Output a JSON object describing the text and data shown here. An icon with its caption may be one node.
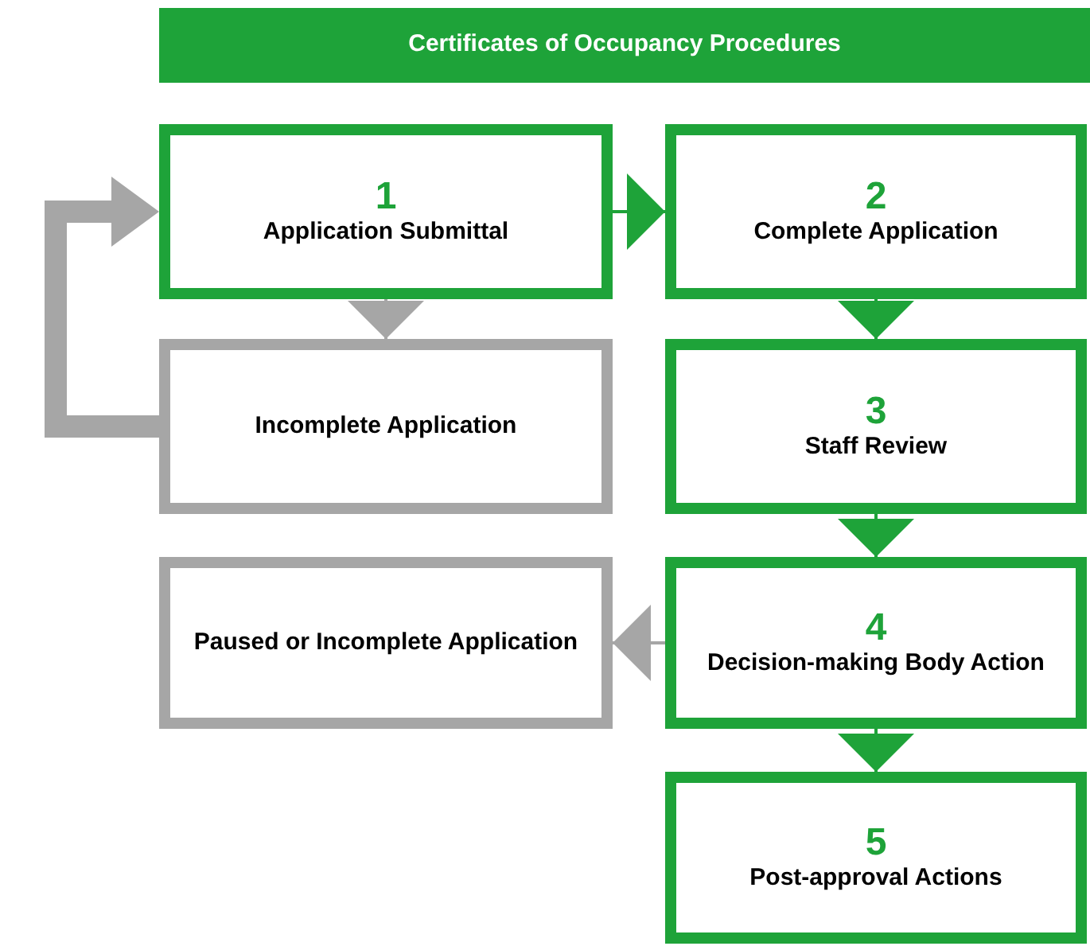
{
  "diagram": {
    "title": "Certificates of Occupancy Procedures",
    "nodes": [
      {
        "text": [
          "1",
          "Application Submittal"
        ]
      },
      {
        "text": [
          "2",
          "Complete Application"
        ]
      },
      {
        "text": [
          "Incomplete Application"
        ]
      },
      {
        "text": [
          "3",
          "Staff Review"
        ]
      },
      {
        "text": [
          "Paused or Incomplete Application"
        ]
      },
      {
        "text": [
          "4",
          "Decision-making Body Action"
        ]
      },
      {
        "text": [
          "5",
          "Post-approval Actions"
        ]
      }
    ],
    "edges": [
      {
        "from": 0,
        "to": 1,
        "arrow": "to"
      },
      {
        "from": 0,
        "to": 2,
        "arrow": "to",
        "color": "#a6a6a6"
      },
      {
        "from": 2,
        "to": 0,
        "arrow": "to",
        "color": "#a6a6a6",
        "style": "thick"
      },
      {
        "from": 1,
        "to": 3,
        "arrow": "to"
      },
      {
        "from": 3,
        "to": 5,
        "arrow": "to"
      },
      {
        "from": 5,
        "to": 4,
        "arrow": "to",
        "color": "#a6a6a6"
      },
      {
        "from": 5,
        "to": 6,
        "arrow": "to"
      }
    ]
  }
}
